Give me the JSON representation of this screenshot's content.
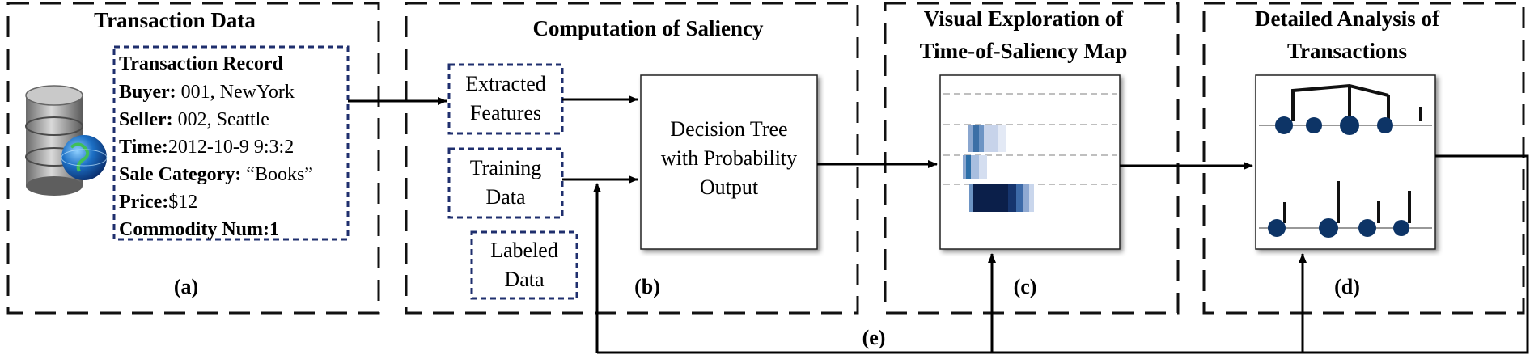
{
  "panels": {
    "a": {
      "title": "Transaction Data",
      "label": "(a)"
    },
    "b": {
      "title": "Computation of Saliency",
      "label": "(b)"
    },
    "c": {
      "title_line1": "Visual Exploration of",
      "title_line2": "Time-of-Saliency Map",
      "label": "(c)"
    },
    "d": {
      "title_line1": "Detailed Analysis of",
      "title_line2": "Transactions",
      "label": "(d)"
    }
  },
  "record": {
    "heading": "Transaction Record",
    "buyer_key": "Buyer:",
    "buyer_val": " 001, NewYork",
    "seller_key": "Seller:",
    "seller_val": " 002, Seattle",
    "time_key": "Time:",
    "time_val": "2012-10-9 9:3:2",
    "category_key": "Sale Category:",
    "category_val": " “Books”",
    "price_key": "Price:",
    "price_val": "$12",
    "commodity_key": "Commodity Num:",
    "commodity_val": "1"
  },
  "boxes": {
    "features_l1": "Extracted",
    "features_l2": "Features",
    "training_l1": "Training",
    "training_l2": "Data",
    "labeled_l1": "Labeled",
    "labeled_l2": "Data",
    "tree_l1": "Decision Tree",
    "tree_l2": "with Probability",
    "tree_l3": "Output"
  },
  "feedback_label": "(e)",
  "icons": {
    "database": "database-globe-icon"
  },
  "colors": {
    "dash_blue": "#1f2f6e",
    "node_blue": "#0d3466",
    "heat_dark": "#0b1f4a"
  }
}
